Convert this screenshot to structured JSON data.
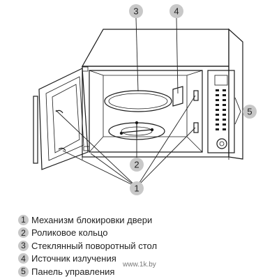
{
  "callouts": [
    "1",
    "2",
    "3",
    "4",
    "5"
  ],
  "legend": [
    {
      "num": "1",
      "label": "Механизм блокировки двери"
    },
    {
      "num": "2",
      "label": "Роликовое кольцо"
    },
    {
      "num": "3",
      "label": "Стеклянный поворотный стол"
    },
    {
      "num": "4",
      "label": "Источник излучения"
    },
    {
      "num": "5",
      "label": "Панель управления"
    }
  ],
  "watermark": "www.1k.by",
  "colors": {
    "callout_fill": "#c8c8c8",
    "line": "#1a1a1a",
    "text": "#222222"
  }
}
